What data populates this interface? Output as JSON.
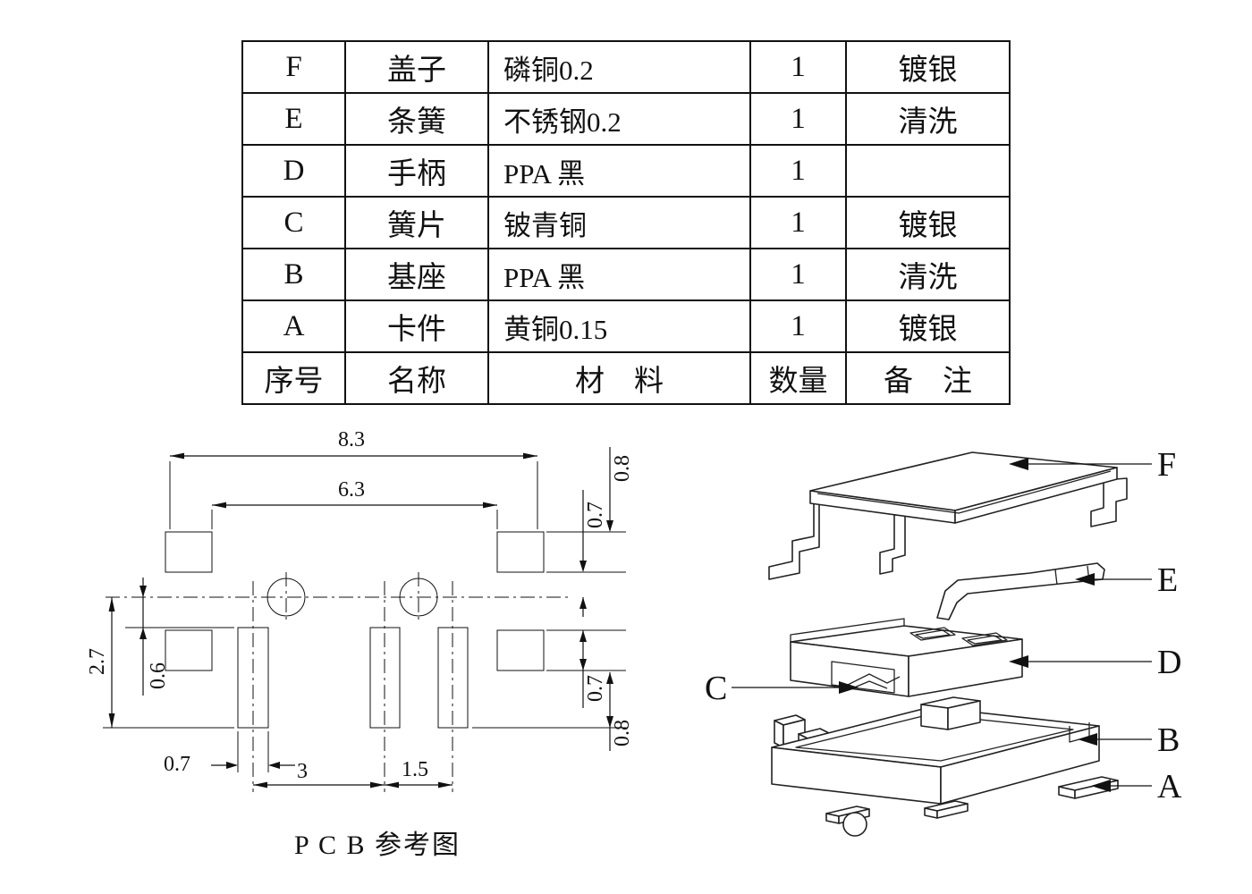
{
  "bom": {
    "rows": [
      {
        "no": "F",
        "name": "盖子",
        "material": "磷铜0.2",
        "qty": "1",
        "note": "镀银"
      },
      {
        "no": "E",
        "name": "条簧",
        "material": "不锈钢0.2",
        "qty": "1",
        "note": "清洗"
      },
      {
        "no": "D",
        "name": "手柄",
        "material": "PPA  黑",
        "qty": "1",
        "note": ""
      },
      {
        "no": "C",
        "name": "簧片",
        "material": "铍青铜",
        "qty": "1",
        "note": "镀银"
      },
      {
        "no": "B",
        "name": "基座",
        "material": "PPA  黑",
        "qty": "1",
        "note": "清洗"
      },
      {
        "no": "A",
        "name": "卡件",
        "material": "黄铜0.15",
        "qty": "1",
        "note": "镀银"
      }
    ],
    "header": {
      "no": "序号",
      "name": "名称",
      "material": "材　料",
      "qty": "数量",
      "note": "备　注"
    }
  },
  "pcb": {
    "caption": "P C B 参考图",
    "dims": {
      "overall_width": "8.3",
      "inner_width": "6.3",
      "right_top_a": "0.8",
      "right_top_b": "0.7",
      "left_height": "2.7",
      "left_offset": "0.6",
      "pad_width": "0.7",
      "pitch_a": "3",
      "pitch_b": "1.5",
      "right_bottom_a": "0.7",
      "right_bottom_b": "0.8"
    }
  },
  "exploded": {
    "labels": {
      "f": "F",
      "e": "E",
      "d": "D",
      "c": "C",
      "b": "B",
      "a": "A"
    }
  }
}
